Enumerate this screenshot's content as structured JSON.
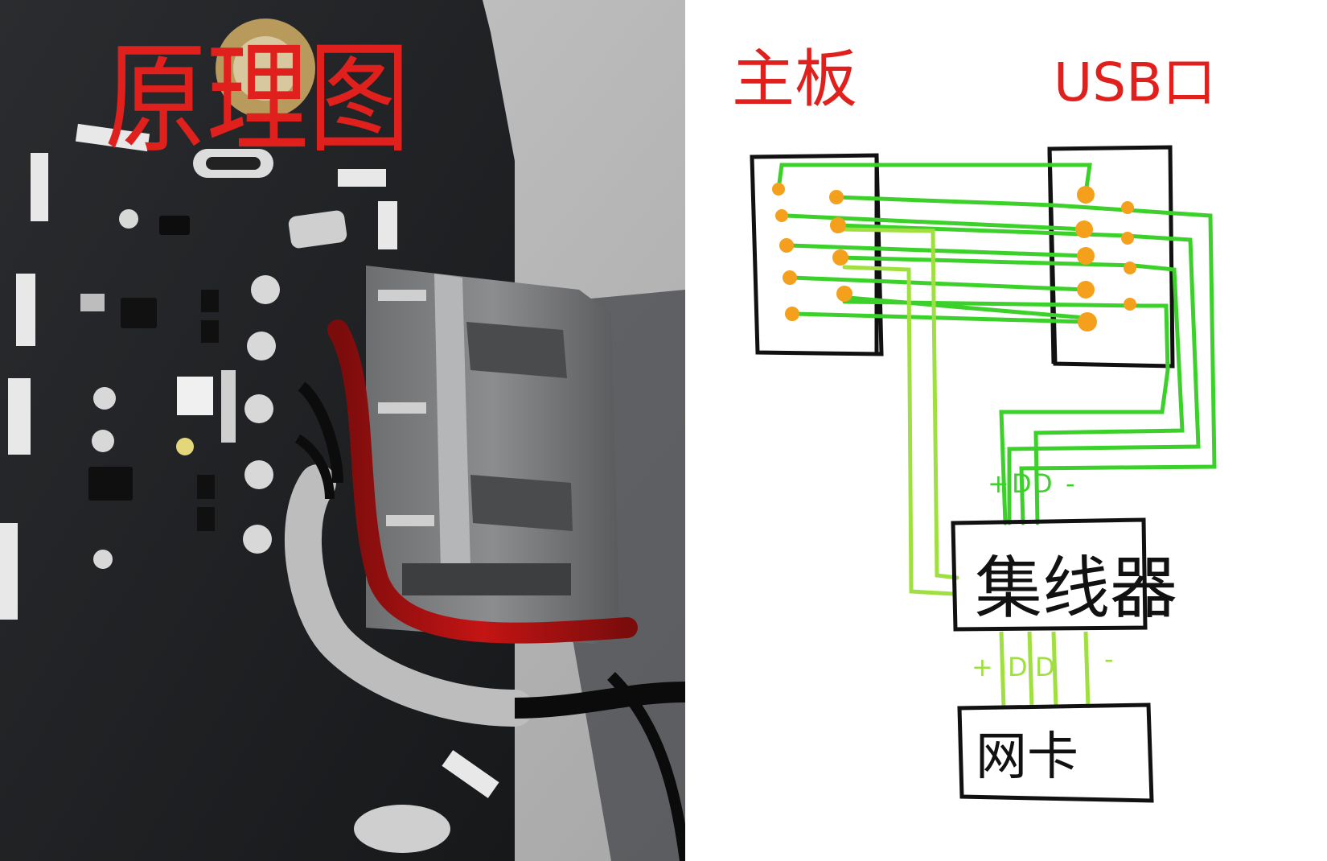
{
  "photo": {
    "title": "原理图"
  },
  "diagram": {
    "mainboard_label": "主板",
    "usb_label": "USB口",
    "hub_label": "集线器",
    "nic_label": "网卡",
    "pins_upper": [
      "+",
      "D",
      "D",
      "-"
    ],
    "pins_lower": [
      "+",
      "D",
      "D",
      "-"
    ]
  },
  "colors": {
    "title_red": "#e0201c",
    "wire_green": "#3cd12a",
    "wire_lightgreen": "#9fe040",
    "pad_orange": "#f4a01c",
    "ink": "#111111"
  }
}
